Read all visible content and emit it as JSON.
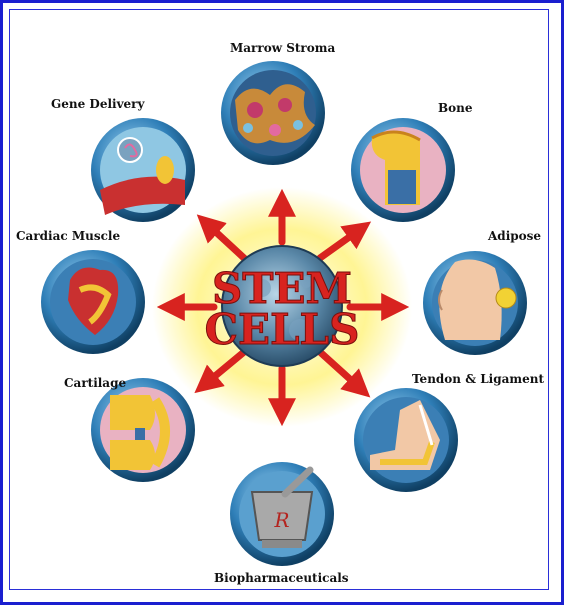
{
  "center": {
    "line1": "STEM",
    "line2": "CELLS"
  },
  "nodes": {
    "marrow_stroma": "Marrow Stroma",
    "bone": "Bone",
    "adipose": "Adipose",
    "tendon_ligament": "Tendon & Ligament",
    "biopharmaceuticals": "Biopharmaceuticals",
    "cartilage": "Cartilage",
    "cardiac_muscle": "Cardiac Muscle",
    "gene_delivery": "Gene Delivery"
  },
  "colors": {
    "frame": "#1a1fcf",
    "arrow": "#d8231f",
    "glow": "#fff27a",
    "orb_rim": "#1c5f8f",
    "stem_text": "#d8231f"
  }
}
